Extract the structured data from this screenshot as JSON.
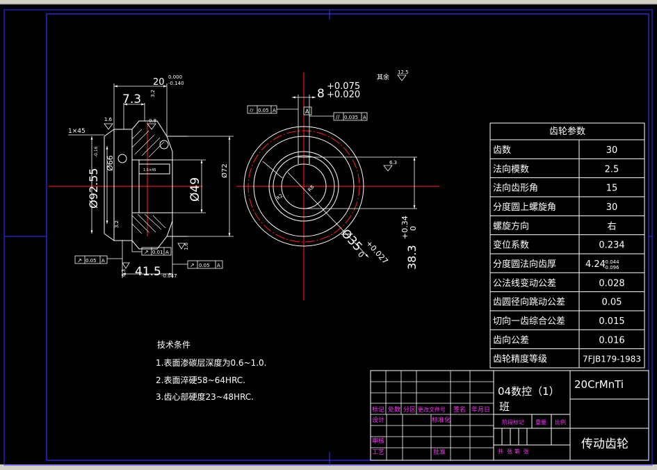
{
  "dimensions": {
    "d1": "20",
    "d1_tol_upper": "0.000",
    "d1_tol_lower": "-0.140",
    "d2": "7.3",
    "d3": "1×45",
    "d4": "1.6",
    "d5": "0.8",
    "d6": "3.2",
    "d7": "Ø92.55",
    "d7_tol": "-0.16",
    "d8": "Ø66",
    "d9": "Ø49",
    "d10": "Ø72",
    "d11": "41.5",
    "d11_tol": "-0.047",
    "d12": "8",
    "d12_tol_upper": "+0.075",
    "d12_tol_lower": "+0.020",
    "d13": "38.3",
    "d13_tol_upper": "+0.34",
    "d13_tol_lower": "0",
    "d14": "Ø35",
    "d14_tol_upper": "+0.027",
    "d14_tol_lower": "0",
    "d15": "R2",
    "d16": "R8",
    "d17": "6.3"
  },
  "gdt": {
    "f1_val": "0.01",
    "f1_ref": "A",
    "f2_val": "0.05",
    "f2_ref": "A",
    "f3_val": "0.05",
    "f3_ref": "A",
    "f4_val": "0.05",
    "f4_ref": "A",
    "f5_val": "0.035",
    "f5_ref": "A",
    "datum": "A"
  },
  "roughness": {
    "r1": "1.6",
    "r2": "3.2",
    "r3": "1.6",
    "r4": "6.3",
    "rest_label": "其余",
    "rest_value": "12.5"
  },
  "gear_table": {
    "header": "齿轮参数",
    "rows": [
      {
        "name": "齿数",
        "value": "30"
      },
      {
        "name": "法向模数",
        "value": "2.5"
      },
      {
        "name": "法向齿形角",
        "value": "15"
      },
      {
        "name": "分度圆上螺旋角",
        "value": "30"
      },
      {
        "name": "螺旋方向",
        "value": "右"
      },
      {
        "name": "变位系数",
        "value": "0.234"
      },
      {
        "name": "分度圆法向齿厚",
        "value": "4.24"
      },
      {
        "name": "公法线变动公差",
        "value": "0.028"
      },
      {
        "name": "齿圆径向跳动公差",
        "value": "0.05"
      },
      {
        "name": "切向一齿综合公差",
        "value": "0.015"
      },
      {
        "name": "齿向公差",
        "value": "0.016"
      },
      {
        "name": "齿轮精度等级",
        "value": "7FJB179-1983"
      }
    ],
    "tooth_tol_upper": "-0.044",
    "tooth_tol_lower": "-0.096"
  },
  "notes": {
    "title": "技术条件",
    "lines": [
      "1.表面渗碳层深度为0.6~1.0.",
      "2.表面淬硬58~64HRC.",
      "3.齿心部硬度23~48HRC."
    ]
  },
  "title_block": {
    "class_name": "04数控（1）",
    "class_name2": "班",
    "material": "20CrMnTi",
    "part_name": "传动齿轮",
    "headers": [
      "标记",
      "处数",
      "分区",
      "更改文件号",
      "签名",
      "年月日"
    ],
    "design": "设计",
    "standardize": "标准化",
    "review": "审核",
    "process": "工艺",
    "approve": "批准",
    "stage_mark": "阶段标记",
    "weight": "重量",
    "scale": "比例",
    "sheets": "共  张 第  张"
  }
}
